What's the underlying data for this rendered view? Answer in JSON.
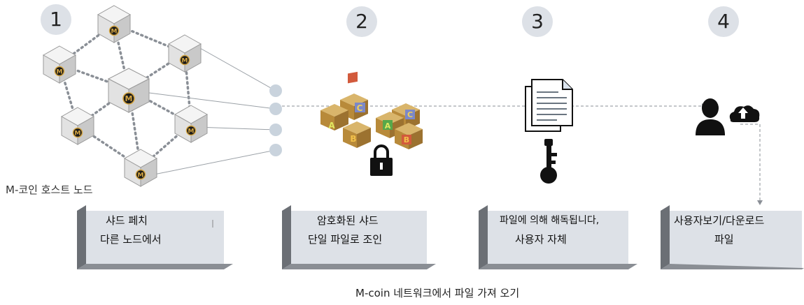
{
  "steps": [
    "1",
    "2",
    "3",
    "4"
  ],
  "hosts_label": "M-코인 호스트 노드",
  "boxes": [
    {
      "line1": "샤드 페치",
      "line2": "다른 노드에서"
    },
    {
      "line1": "암호화된 샤드",
      "line2": "단일 파일로 조인"
    },
    {
      "line1": "파일에 의해 해독됩니다,",
      "line2": "사용자 자체"
    },
    {
      "line1": "사용자보기/다운로드",
      "line2": "파일"
    }
  ],
  "caption": "M-coin 네트워크에서 파일 가져 오기",
  "icons": [
    "node-cube-icon",
    "encrypted-blocks-icon",
    "lock-icon",
    "document-icon",
    "key-icon",
    "user-icon",
    "cloud-upload-icon"
  ],
  "colors": {
    "step_circle": "#dde1e7",
    "box_face": "#dde1e7",
    "box_side": "#6b6f75",
    "node_dot": "#c9d3dd",
    "connector": "#888888"
  }
}
